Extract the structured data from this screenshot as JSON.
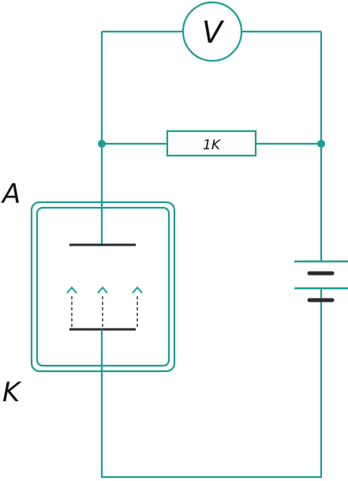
{
  "labels": {
    "voltmeter": "V",
    "resistor": "1K",
    "anode": "A",
    "cathode": "K"
  },
  "colors": {
    "wire": "#1a9e96",
    "electrode": "#2b2b2b",
    "background": "#ffffff"
  }
}
